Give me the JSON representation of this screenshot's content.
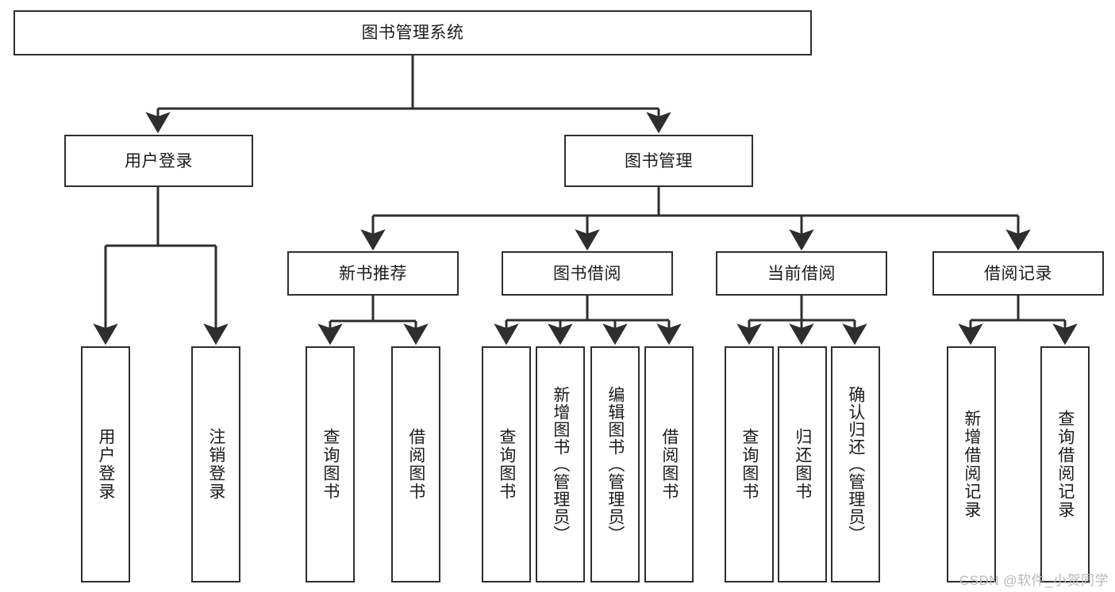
{
  "diagram": {
    "title_text": "图书管理系统",
    "type": "tree-hierarchy-chart",
    "root": {
      "id": "root",
      "label": "图书管理系统"
    },
    "level2": [
      {
        "id": "user-login",
        "label": "用户登录"
      },
      {
        "id": "book-manage",
        "label": "图书管理"
      }
    ],
    "level3": [
      {
        "id": "new-book-recommend",
        "label": "新书推荐"
      },
      {
        "id": "book-borrow",
        "label": "图书借阅"
      },
      {
        "id": "current-borrow",
        "label": "当前借阅"
      },
      {
        "id": "borrow-record",
        "label": "借阅记录"
      }
    ],
    "leaves": {
      "user_login": [
        {
          "id": "leaf-user-login",
          "label": "用户登录"
        },
        {
          "id": "leaf-logout-login",
          "label": "注销登录"
        }
      ],
      "new_book_recommend": [
        {
          "id": "leaf-query-book-1",
          "label": "查询图书"
        },
        {
          "id": "leaf-borrow-book-1",
          "label": "借阅图书"
        }
      ],
      "book_borrow": [
        {
          "id": "leaf-query-book-2",
          "label": "查询图书"
        },
        {
          "id": "leaf-add-book",
          "label": "新增图书（管理员）"
        },
        {
          "id": "leaf-edit-book",
          "label": "编辑图书（管理员）"
        },
        {
          "id": "leaf-borrow-book-2",
          "label": "借阅图书"
        }
      ],
      "current_borrow": [
        {
          "id": "leaf-query-book-3",
          "label": "查询图书"
        },
        {
          "id": "leaf-return-book",
          "label": "归还图书"
        },
        {
          "id": "leaf-confirm-return",
          "label": "确认归还（管理员）"
        }
      ],
      "borrow_record": [
        {
          "id": "leaf-add-record",
          "label": "新增借阅记录"
        },
        {
          "id": "leaf-query-record",
          "label": "查询借阅记录"
        }
      ]
    }
  },
  "watermark": {
    "text": "CSDN @软件_小贺同学"
  },
  "colors": {
    "stroke": "#2e2e2e",
    "fill": "#ffffff",
    "text": "#1b1b1b",
    "watermark": "#b9b9b9"
  }
}
